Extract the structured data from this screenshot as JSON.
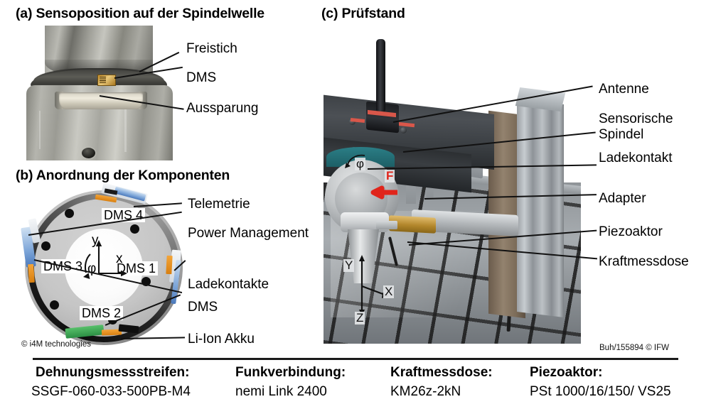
{
  "panels": {
    "a": {
      "title": "(a) Sensoposition auf der Spindelwelle",
      "labels": [
        {
          "text": "Freistich"
        },
        {
          "text": "DMS"
        },
        {
          "text": "Aussparung"
        }
      ]
    },
    "b": {
      "title": "(b) Anordnung der Komponenten",
      "labels": [
        {
          "text": "Telemetrie"
        },
        {
          "text": "Power Management"
        },
        {
          "text": "Ladekontakte"
        },
        {
          "text": "DMS"
        },
        {
          "text": "Li-Ion Akku"
        }
      ],
      "ring_labels": [
        "DMS 1",
        "DMS 2",
        "DMS 3",
        "DMS 4"
      ],
      "axes": {
        "x": "x",
        "y": "y",
        "phi": "φ"
      },
      "credit": "© i4M technologies"
    },
    "c": {
      "title": "(c) Prüfstand",
      "labels": [
        {
          "text": "Antenne"
        },
        {
          "text": "Sensorische"
        },
        {
          "text": "Spindel"
        },
        {
          "text": "Ladekontakt"
        },
        {
          "text": "Adapter"
        },
        {
          "text": "Piezoaktor"
        },
        {
          "text": "Kraftmessdose"
        }
      ],
      "tags": {
        "phi": "φ",
        "force": "F",
        "x": "X",
        "y": "Y",
        "z": "Z"
      },
      "credit": "Buh/155894 © IFW"
    }
  },
  "specs": [
    {
      "heading": "Dehnungsmessstreifen:",
      "value": "SSGF-060-033-500PB-M4"
    },
    {
      "heading": "Funkverbindung:",
      "value": "nemi Link 2400"
    },
    {
      "heading": "Kraftmessdose:",
      "value": "KM26z-2kN"
    },
    {
      "heading": "Piezoaktor:",
      "value": "PSt 1000/16/150/ VS25"
    }
  ],
  "colors": {
    "accent_red": "#e0251b",
    "ink": "#111111",
    "chip_orange": "#ec9526",
    "chip_blue": "#6f9bd4",
    "chip_green": "#3fa554"
  }
}
